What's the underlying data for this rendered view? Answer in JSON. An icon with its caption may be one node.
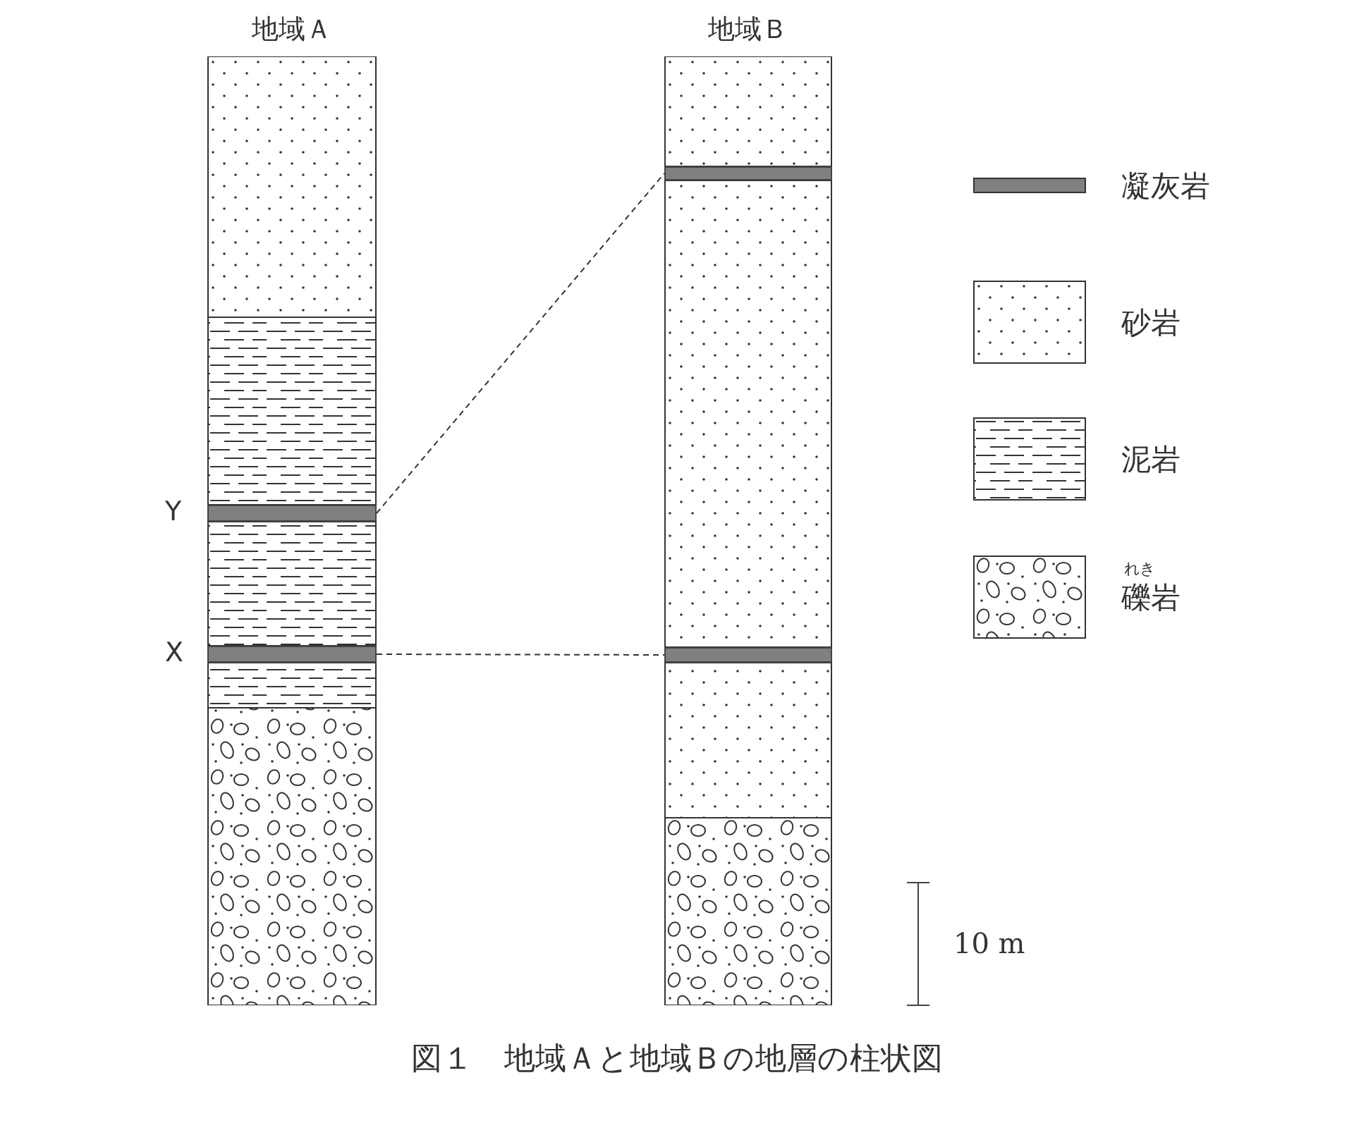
{
  "diagram": {
    "caption": "図１　地域Ａと地域Ｂの地層の柱状図",
    "nodes": [
      {
        "text": [
          "地域Ａ"
        ]
      },
      {
        "text": [],
        "shape": "bar",
        "in": 0,
        "beside": [
          "Y"
        ]
      },
      {
        "text": [],
        "shape": "bar",
        "in": 0,
        "beside": [
          "X"
        ]
      },
      {
        "text": [
          "地域Ｂ"
        ]
      },
      {
        "text": [],
        "shape": "bar",
        "in": 3
      },
      {
        "text": [],
        "shape": "bar",
        "in": 3
      }
    ],
    "edges": [
      {
        "from": 1,
        "to": 4,
        "arrow": "none",
        "style": "dashed"
      },
      {
        "from": 2,
        "to": 5,
        "arrow": "none",
        "style": "dashed"
      }
    ],
    "labels": [
      "れき",
      "10 m"
    ],
    "legend": [
      {
        "text": "凝灰岩"
      },
      {
        "text": "砂岩"
      },
      {
        "text": "泥岩"
      },
      {
        "text": "礫岩"
      }
    ]
  }
}
